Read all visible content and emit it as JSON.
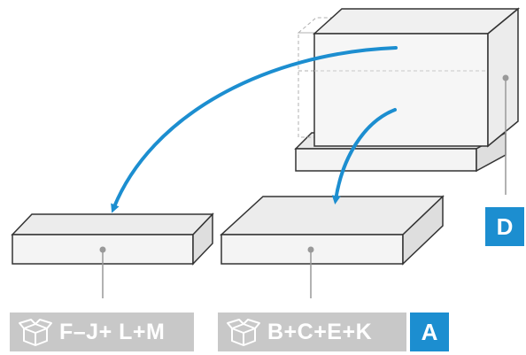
{
  "labels": {
    "left_package": "F–J+ L+M",
    "right_package": "B+C+E+K",
    "badge_a": "A",
    "badge_d": "D"
  },
  "colors": {
    "arrow": "#1c8ed0",
    "badge": "#1c8ed0",
    "tag_background": "#c8c8c8",
    "box_face": "#f2f2f2",
    "box_outline": "#333333",
    "leader_line": "#999999"
  },
  "icons": {
    "package": "open-box-icon"
  }
}
